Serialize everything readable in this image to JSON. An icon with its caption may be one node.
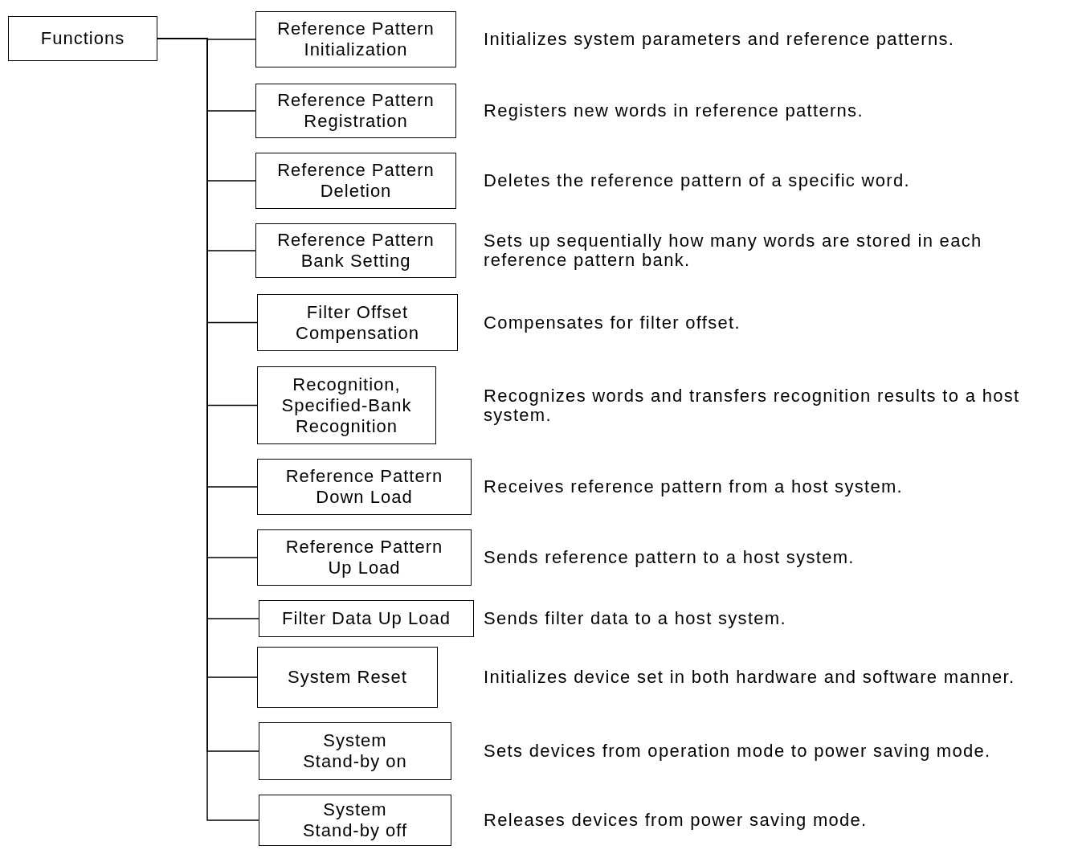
{
  "diagram": {
    "nodes": [
      {
        "text": [
          "Functions"
        ]
      },
      {
        "text": [
          "Reference Pattern Initialization"
        ],
        "beside": [
          "Initializes system parameters and reference patterns."
        ]
      },
      {
        "text": [
          "Reference Pattern Registration"
        ],
        "beside": [
          "Registers new words in reference patterns."
        ]
      },
      {
        "text": [
          "Reference Pattern Deletion"
        ],
        "beside": [
          "Deletes the reference pattern of a specific word."
        ]
      },
      {
        "text": [
          "Reference Pattern Bank Setting"
        ],
        "beside": [
          "Sets up sequentially how many words are stored in each reference pattern bank."
        ]
      },
      {
        "text": [
          "Filter Offset Compensation"
        ],
        "beside": [
          "Compensates for filter offset."
        ]
      },
      {
        "text": [
          "Recognition, Specified-Bank Recognition"
        ],
        "beside": [
          "Recognizes words and transfers recognition results to a host system."
        ]
      },
      {
        "text": [
          "Reference Pattern Down Load"
        ],
        "beside": [
          "Receives reference pattern from a host system."
        ]
      },
      {
        "text": [
          "Reference Pattern Up Load"
        ],
        "beside": [
          "Sends reference pattern to a host system."
        ]
      },
      {
        "text": [
          "Filter Data Up Load"
        ],
        "beside": [
          "Sends filter data to a host system."
        ]
      },
      {
        "text": [
          "System Reset"
        ],
        "beside": [
          "Initializes device set in both hardware and software manner."
        ]
      },
      {
        "text": [
          "System Stand-by on"
        ],
        "beside": [
          "Sets devices from operation mode to power saving mode."
        ]
      },
      {
        "text": [
          "System Stand-by off"
        ],
        "beside": [
          "Releases devices from power saving mode."
        ]
      }
    ],
    "edges": [
      {
        "from": 0,
        "to": 1,
        "arrow": "none"
      },
      {
        "from": 0,
        "to": 2,
        "arrow": "none"
      },
      {
        "from": 0,
        "to": 3,
        "arrow": "none"
      },
      {
        "from": 0,
        "to": 4,
        "arrow": "none"
      },
      {
        "from": 0,
        "to": 5,
        "arrow": "none"
      },
      {
        "from": 0,
        "to": 6,
        "arrow": "none"
      },
      {
        "from": 0,
        "to": 7,
        "arrow": "none"
      },
      {
        "from": 0,
        "to": 8,
        "arrow": "none"
      },
      {
        "from": 0,
        "to": 9,
        "arrow": "none"
      },
      {
        "from": 0,
        "to": 10,
        "arrow": "none"
      },
      {
        "from": 0,
        "to": 11,
        "arrow": "none"
      },
      {
        "from": 0,
        "to": 12,
        "arrow": "none"
      }
    ]
  }
}
